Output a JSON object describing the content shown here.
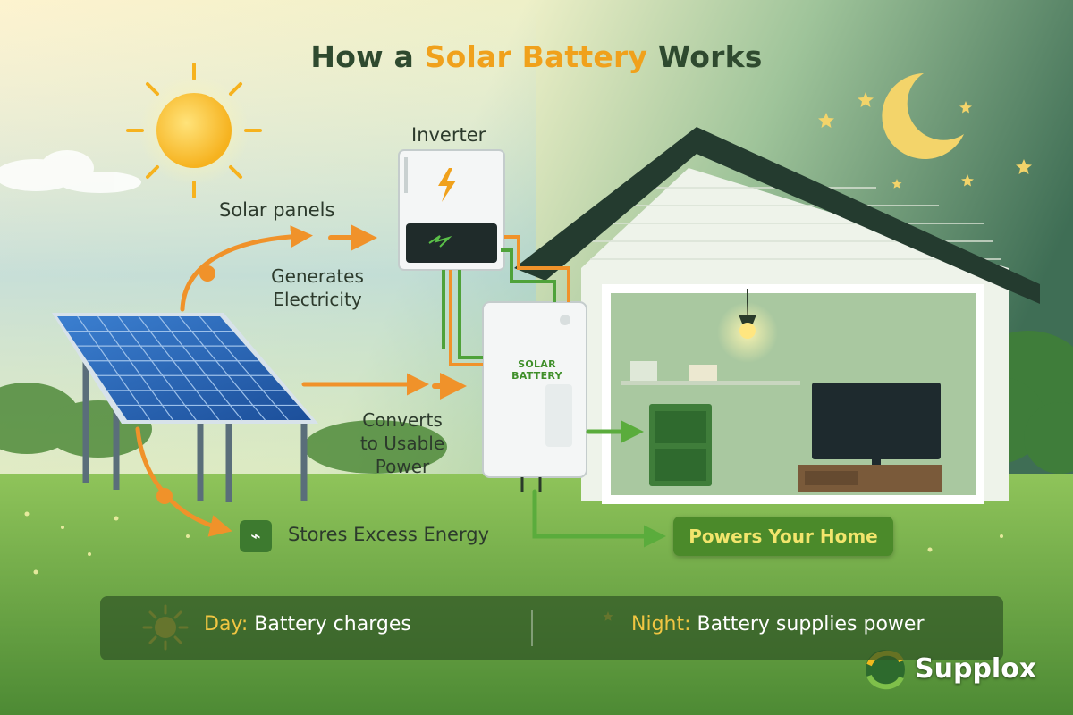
{
  "title": {
    "prefix": "How a",
    "accent": "Solar Battery",
    "suffix": "Works"
  },
  "components": {
    "inverter": "Inverter",
    "battery": "SOLAR BATTERY"
  },
  "steps": {
    "solar_panels": "Solar panels",
    "generates_1": "Generates",
    "generates_2": "Electricity",
    "converts_1": "Converts",
    "converts_2": "to Usable",
    "converts_3": "Power",
    "stores": "Stores Excess Energy",
    "powers_home": "Powers Your Home"
  },
  "summary": {
    "day_label": "Day:",
    "day_text": "Battery charges",
    "night_label": "Night:",
    "night_text": "Battery supplies power"
  },
  "brand": "Supplox",
  "icons": [
    "sun-icon",
    "moon-icon",
    "star-icon",
    "lightning-icon",
    "store-icon",
    "sun-small-icon",
    "moon-small-icon",
    "brand-logo-icon"
  ],
  "colors": {
    "accent_orange": "#f0a11c",
    "flow_orange": "#f0922a",
    "flow_green": "#4fa23a",
    "title_green": "#2f4a2f",
    "pill_green": "#4b8a2a",
    "pill_text": "#f2e56c"
  }
}
